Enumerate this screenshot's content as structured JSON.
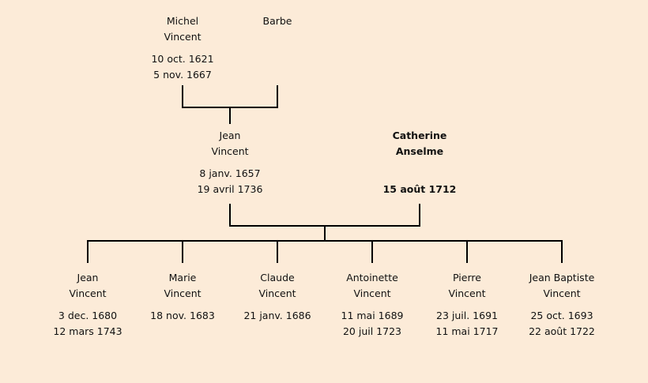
{
  "grandparents": [
    {
      "first": "Michel",
      "last": "Vincent",
      "birth": "10 oct. 1621",
      "death": "5 nov. 1667"
    },
    {
      "first": "Barbe",
      "last": "",
      "birth": "",
      "death": ""
    }
  ],
  "parents": [
    {
      "first": "Jean",
      "last": "Vincent",
      "birth": "8 janv. 1657",
      "death": "19 avril 1736"
    },
    {
      "first": "Catherine",
      "last": "Anselme",
      "birth": "",
      "death": "15 août 1712"
    }
  ],
  "children": [
    {
      "first": "Jean",
      "last": "Vincent",
      "birth": "3 dec. 1680",
      "death": "12 mars 1743"
    },
    {
      "first": "Marie",
      "last": "Vincent",
      "birth": "18 nov. 1683",
      "death": ""
    },
    {
      "first": "Claude",
      "last": "Vincent",
      "birth": "21 janv. 1686",
      "death": ""
    },
    {
      "first": "Antoinette",
      "last": "Vincent",
      "birth": "11 mai 1689",
      "death": "20 juil 1723"
    },
    {
      "first": "Pierre",
      "last": "Vincent",
      "birth": "23 juil. 1691",
      "death": "11 mai 1717"
    },
    {
      "first": "Jean Baptiste",
      "last": "Vincent",
      "birth": "25 oct. 1693",
      "death": "22 août 1722"
    }
  ]
}
